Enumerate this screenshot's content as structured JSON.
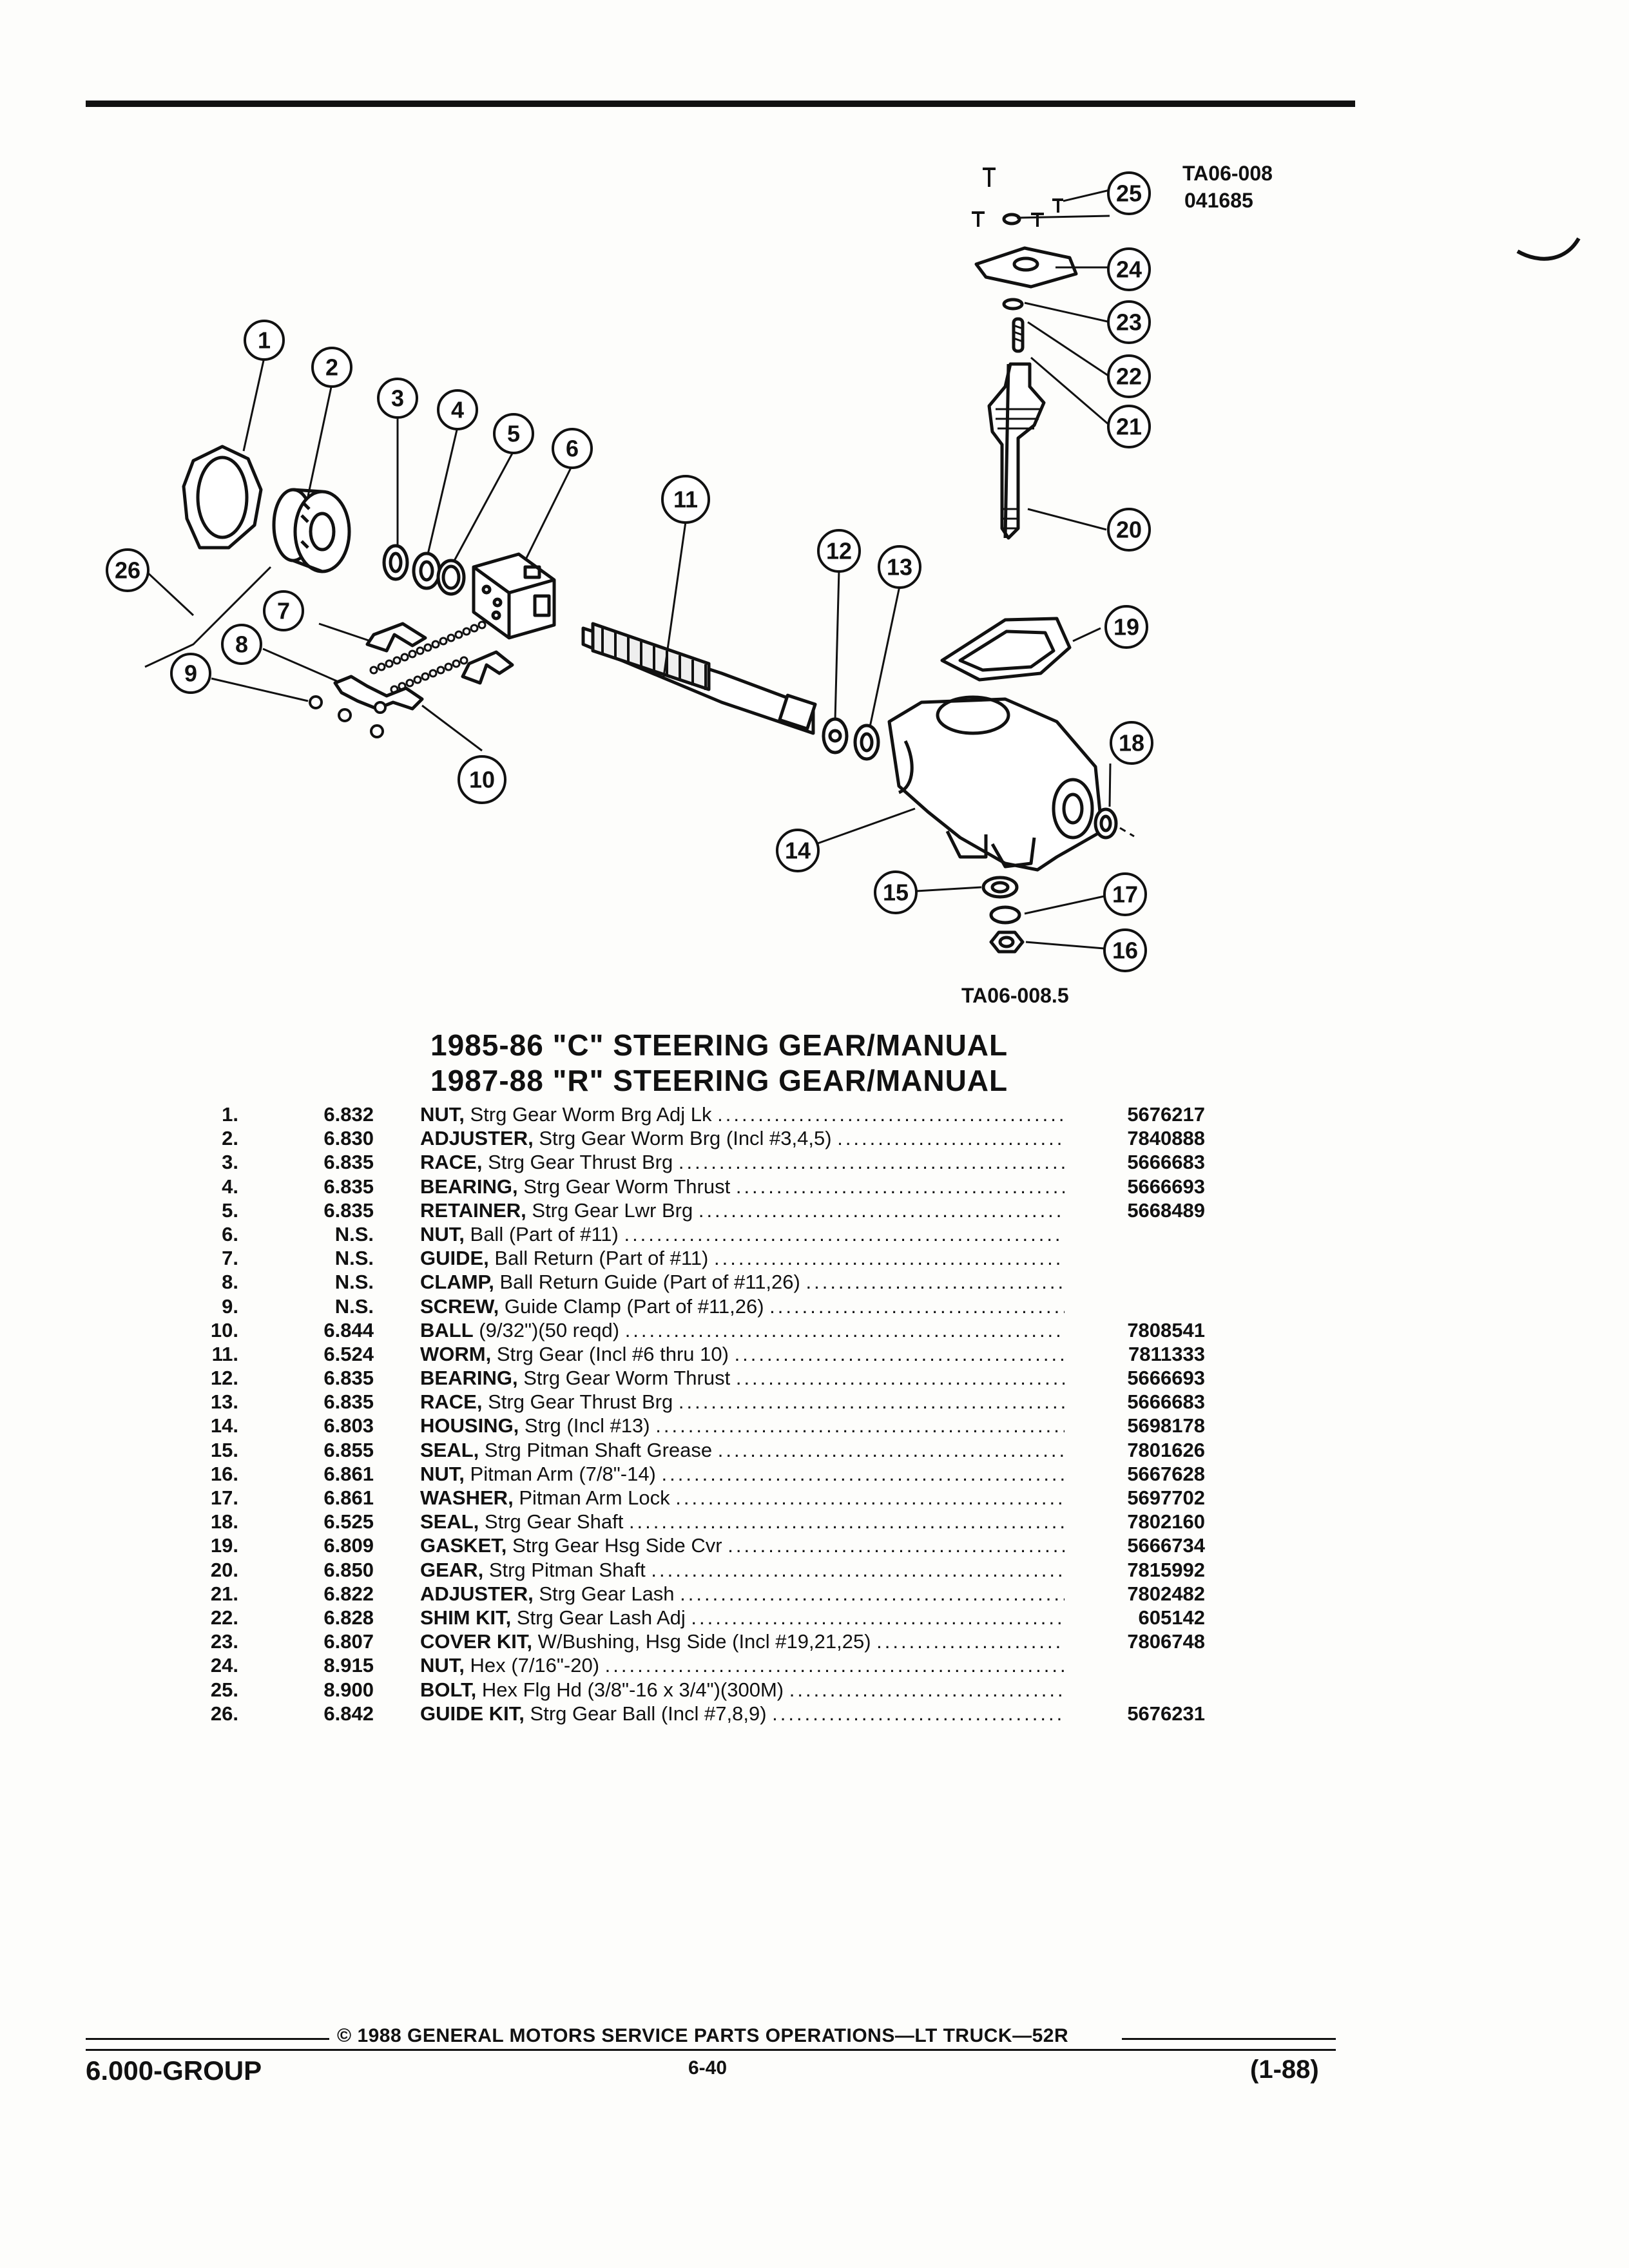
{
  "diagram": {
    "ref_top": "TA06-008",
    "ref_top_sub": "041685",
    "ref_bottom": "TA06-008.5",
    "callouts": [
      "1",
      "2",
      "3",
      "4",
      "5",
      "6",
      "7",
      "8",
      "9",
      "10",
      "11",
      "12",
      "13",
      "14",
      "15",
      "16",
      "17",
      "18",
      "19",
      "20",
      "21",
      "22",
      "23",
      "24",
      "25",
      "26"
    ]
  },
  "title": {
    "line1": "1985-86 \"C\" STEERING GEAR/MANUAL",
    "line2": "1987-88 \"R\" STEERING GEAR/MANUAL"
  },
  "parts": [
    {
      "num": "1.",
      "code": "6.832",
      "name": "NUT,",
      "desc": "Strg Gear Worm Brg Adj Lk",
      "part": "5676217"
    },
    {
      "num": "2.",
      "code": "6.830",
      "name": "ADJUSTER,",
      "desc": "Strg Gear Worm Brg (Incl #3,4,5)",
      "part": "7840888"
    },
    {
      "num": "3.",
      "code": "6.835",
      "name": "RACE,",
      "desc": "Strg Gear Thrust Brg",
      "part": "5666683"
    },
    {
      "num": "4.",
      "code": "6.835",
      "name": "BEARING,",
      "desc": "Strg Gear Worm Thrust",
      "part": "5666693"
    },
    {
      "num": "5.",
      "code": "6.835",
      "name": "RETAINER,",
      "desc": "Strg Gear Lwr Brg",
      "part": "5668489"
    },
    {
      "num": "6.",
      "code": "N.S.",
      "name": "NUT,",
      "desc": "Ball (Part of #11)",
      "part": ""
    },
    {
      "num": "7.",
      "code": "N.S.",
      "name": "GUIDE,",
      "desc": "Ball Return (Part of #11)",
      "part": ""
    },
    {
      "num": "8.",
      "code": "N.S.",
      "name": "CLAMP,",
      "desc": "Ball Return Guide (Part of #11,26)",
      "part": ""
    },
    {
      "num": "9.",
      "code": "N.S.",
      "name": "SCREW,",
      "desc": "Guide Clamp (Part of #11,26)",
      "part": ""
    },
    {
      "num": "10.",
      "code": "6.844",
      "name": "BALL",
      "desc": "(9/32\")(50 reqd)",
      "part": "7808541"
    },
    {
      "num": "11.",
      "code": "6.524",
      "name": "WORM,",
      "desc": "Strg Gear (Incl #6 thru 10)",
      "part": "7811333"
    },
    {
      "num": "12.",
      "code": "6.835",
      "name": "BEARING,",
      "desc": "Strg Gear Worm Thrust",
      "part": "5666693"
    },
    {
      "num": "13.",
      "code": "6.835",
      "name": "RACE,",
      "desc": "Strg Gear Thrust Brg",
      "part": "5666683"
    },
    {
      "num": "14.",
      "code": "6.803",
      "name": "HOUSING,",
      "desc": "Strg (Incl #13)",
      "part": "5698178"
    },
    {
      "num": "15.",
      "code": "6.855",
      "name": "SEAL,",
      "desc": "Strg Pitman Shaft Grease",
      "part": "7801626"
    },
    {
      "num": "16.",
      "code": "6.861",
      "name": "NUT,",
      "desc": "Pitman Arm (7/8\"-14)",
      "part": "5667628"
    },
    {
      "num": "17.",
      "code": "6.861",
      "name": "WASHER,",
      "desc": "Pitman Arm Lock",
      "part": "5697702"
    },
    {
      "num": "18.",
      "code": "6.525",
      "name": "SEAL,",
      "desc": "Strg Gear Shaft",
      "part": "7802160"
    },
    {
      "num": "19.",
      "code": "6.809",
      "name": "GASKET,",
      "desc": "Strg Gear Hsg Side Cvr",
      "part": "5666734"
    },
    {
      "num": "20.",
      "code": "6.850",
      "name": "GEAR,",
      "desc": "Strg Pitman Shaft",
      "part": "7815992"
    },
    {
      "num": "21.",
      "code": "6.822",
      "name": "ADJUSTER,",
      "desc": "Strg Gear Lash",
      "part": "7802482"
    },
    {
      "num": "22.",
      "code": "6.828",
      "name": "SHIM KIT,",
      "desc": "Strg Gear Lash Adj",
      "part": "605142"
    },
    {
      "num": "23.",
      "code": "6.807",
      "name": "COVER KIT,",
      "desc": "W/Bushing, Hsg Side (Incl #19,21,25)",
      "part": "7806748"
    },
    {
      "num": "24.",
      "code": "8.915",
      "name": "NUT,",
      "desc": "Hex (7/16\"-20)",
      "part": ""
    },
    {
      "num": "25.",
      "code": "8.900",
      "name": "BOLT,",
      "desc": "Hex Flg Hd (3/8\"-16 x 3/4\")(300M)",
      "part": ""
    },
    {
      "num": "26.",
      "code": "6.842",
      "name": "GUIDE KIT,",
      "desc": "Strg Gear Ball (Incl #7,8,9)",
      "part": "5676231"
    }
  ],
  "footer": {
    "copyright": "© 1988 GENERAL MOTORS SERVICE PARTS OPERATIONS—LT TRUCK—52R",
    "group": "6.000-GROUP",
    "page": "6-40",
    "revision": "(1-88)"
  }
}
